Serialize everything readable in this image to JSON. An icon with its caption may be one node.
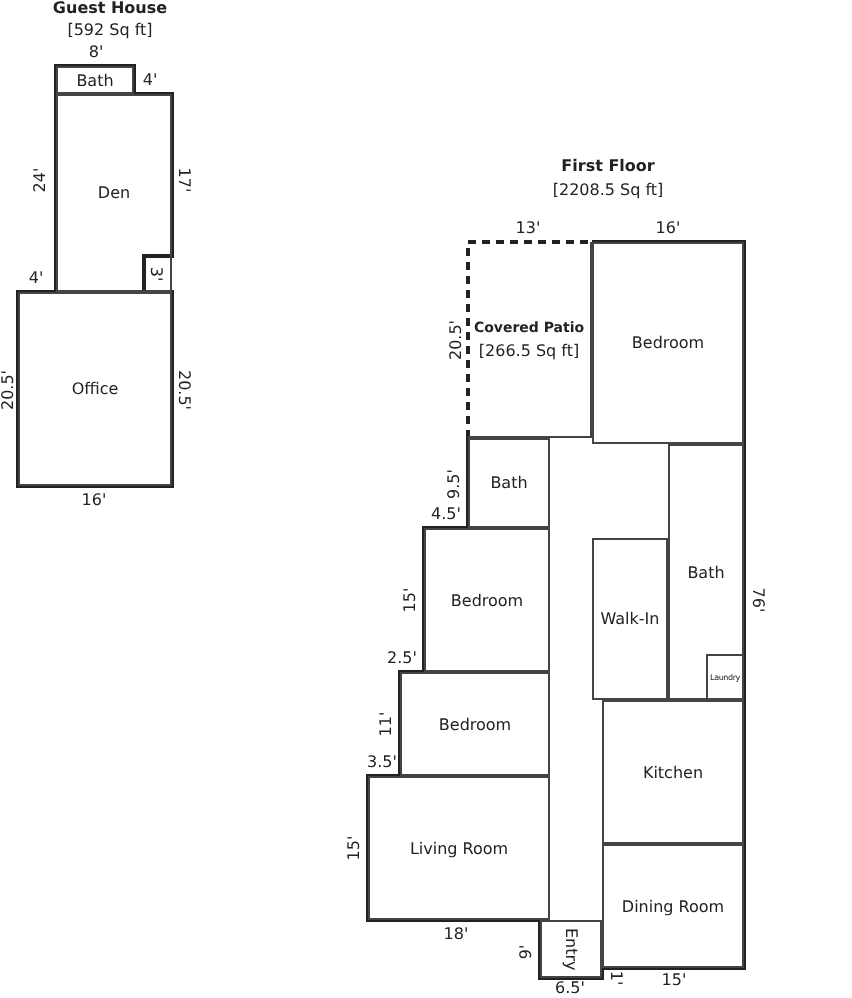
{
  "diagram": {
    "nodes": [
      {
        "text": [
          "Bath"
        ]
      },
      {
        "text": [
          "Den"
        ]
      },
      {
        "text": [
          "Office"
        ]
      },
      {
        "text": [
          "Covered Patio",
          "[266.5 Sq ft]"
        ]
      },
      {
        "text": [
          "Bedroom"
        ]
      },
      {
        "text": [
          "Bath"
        ]
      },
      {
        "text": [
          "Bath"
        ]
      },
      {
        "text": [
          "Bedroom"
        ]
      },
      {
        "text": [
          "Walk-In"
        ]
      },
      {
        "text": [
          "Laundry"
        ],
        "in": 6
      },
      {
        "text": [
          "Bedroom"
        ]
      },
      {
        "text": [
          "Kitchen"
        ]
      },
      {
        "text": [
          "Living Room"
        ]
      },
      {
        "text": [
          "Dining Room"
        ]
      },
      {
        "text": [
          "Entry"
        ]
      }
    ],
    "labels": [
      "Guest House",
      "[592 Sq ft]",
      "8'",
      "4'",
      "24'",
      "17'",
      "4'",
      "3'",
      "20.5'",
      "20.5'",
      "16'",
      "First Floor",
      "[2208.5 Sq ft]",
      "13'",
      "16'",
      "20.5'",
      "9.5'",
      "4.5'",
      "15'",
      "76'",
      "2.5'",
      "11'",
      "3.5'",
      "15'",
      "18'",
      "9'",
      "6.5'",
      "1'",
      "15'"
    ]
  }
}
